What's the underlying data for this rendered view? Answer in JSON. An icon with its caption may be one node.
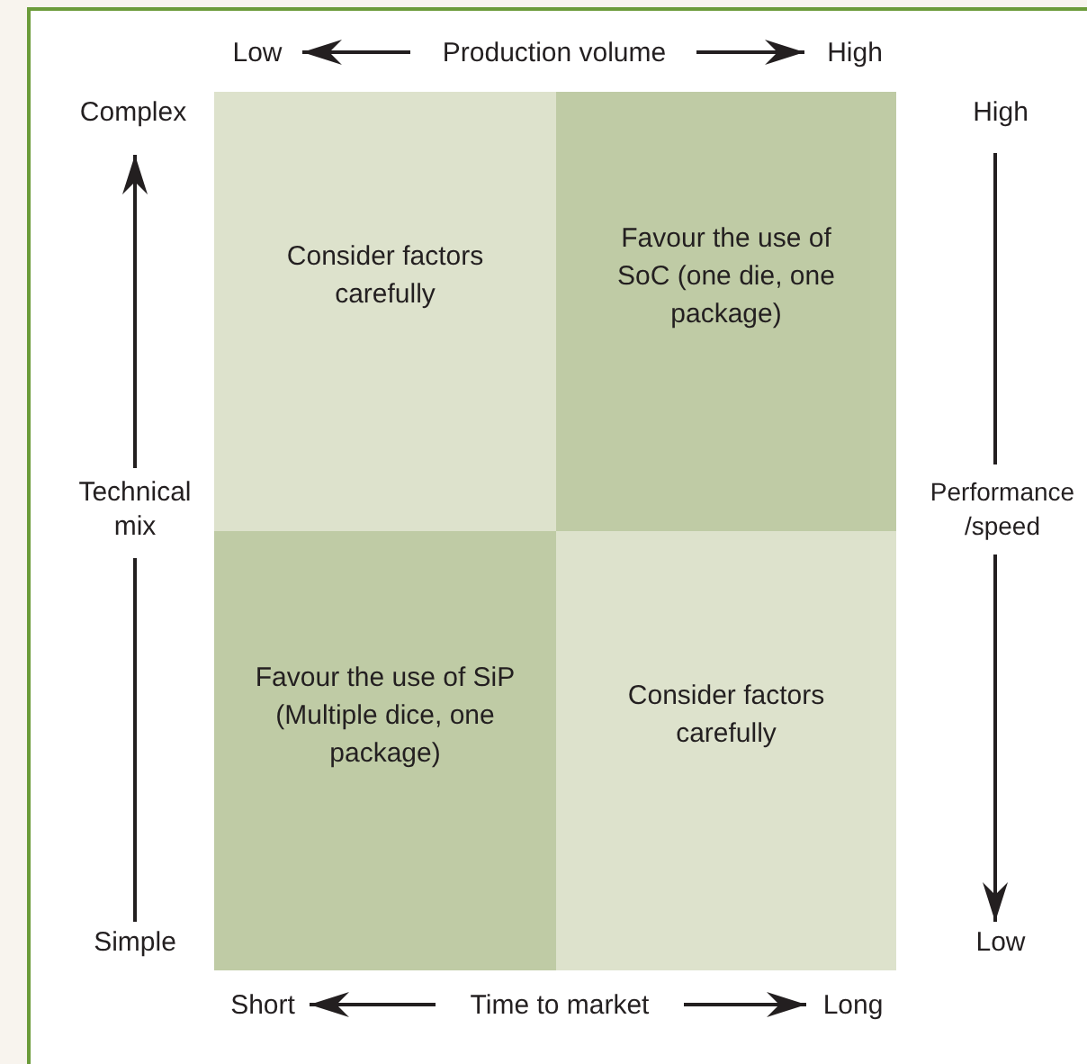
{
  "diagram": {
    "nodes": [
      {
        "text": [
          "Consider factors carefully"
        ]
      },
      {
        "text": [
          "Favour the use of SoC (one die, one package)"
        ]
      },
      {
        "text": [
          "Favour the use of SiP (Multiple dice, one package)"
        ]
      },
      {
        "text": [
          "Consider factors carefully"
        ]
      }
    ],
    "labels": [
      "Low",
      "Production volume",
      "High",
      "Complex",
      "High",
      "Technical mix",
      "Performance /speed",
      "Simple",
      "Low",
      "Short",
      "Time to market",
      "Long"
    ]
  }
}
